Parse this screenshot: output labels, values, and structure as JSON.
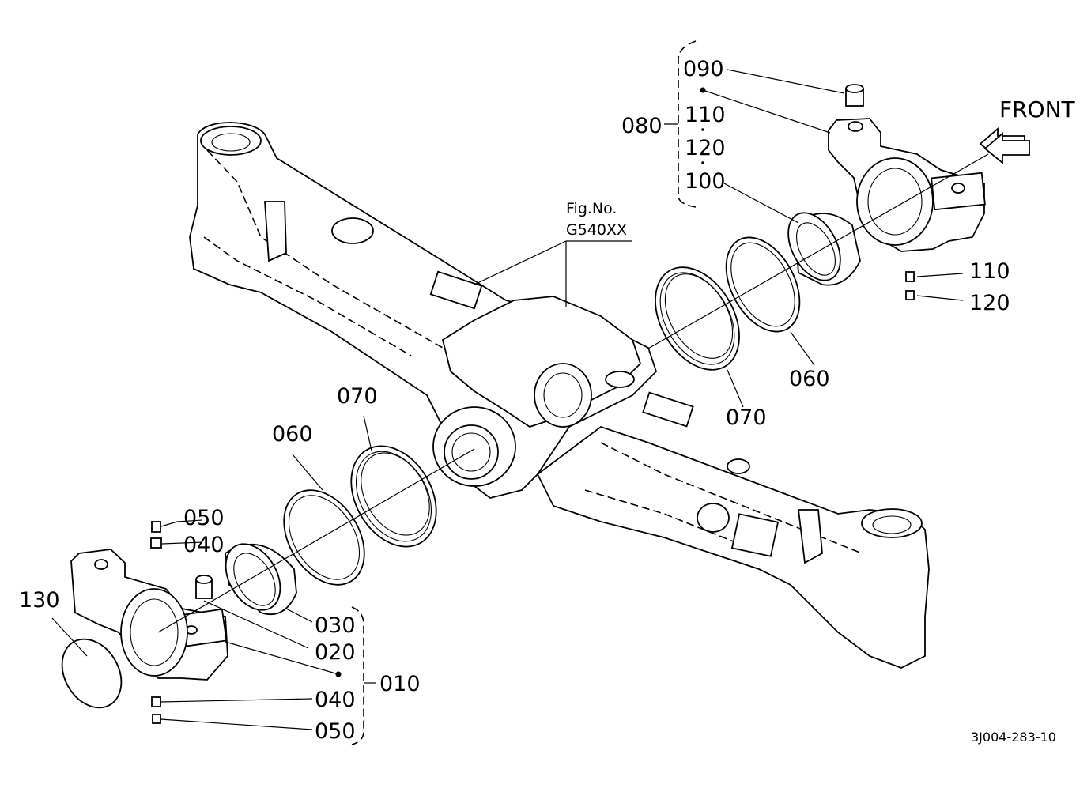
{
  "figure": {
    "fig_no_label": "Fig.No.",
    "fig_no_value": "G540XX",
    "drawing_code": "3J004-283-10",
    "direction_label": "FRONT"
  },
  "callouts": {
    "c010": "010",
    "c020": "020",
    "c030": "030",
    "c040_top": "040",
    "c040_bottom": "040",
    "c050_top": "050",
    "c050_bottom": "050",
    "c060_left": "060",
    "c060_right": "060",
    "c070_left": "070",
    "c070_right": "070",
    "c080": "080",
    "c090": "090",
    "c100": "100",
    "c110_group": "110",
    "c110_part": "110",
    "c120_group": "120",
    "c120_part": "120",
    "c130": "130"
  }
}
